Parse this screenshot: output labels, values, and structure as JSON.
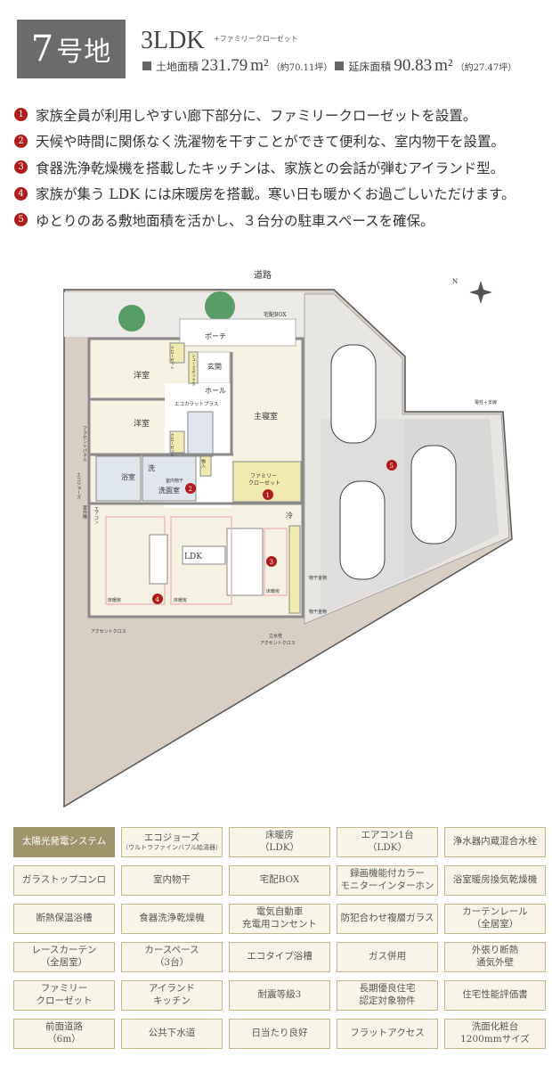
{
  "header": {
    "lot_number": "7",
    "lot_suffix": "号地",
    "layout": "3LDK",
    "layout_extra": "+ファミリークローゼット",
    "land_area_label": "土地面積",
    "land_area_value": "231.79",
    "land_area_unit": "m²",
    "land_area_tsubo": "（約70.11坪）",
    "floor_area_label": "延床面積",
    "floor_area_value": "90.83",
    "floor_area_unit": "m²",
    "floor_area_tsubo": "（約27.47坪）"
  },
  "features": [
    {
      "num": "1",
      "text": "家族全員が利用しやすい廊下部分に、ファミリークローゼットを設置。"
    },
    {
      "num": "2",
      "text": "天候や時間に関係なく洗濯物を干すことができて便利な、室内物干を設置。"
    },
    {
      "num": "3",
      "text": "食器洗浄乾燥機を搭載したキッチンは、家族との会話が弾むアイランド型。"
    },
    {
      "num": "4",
      "text": "家族が集う LDK には床暖房を搭載。寒い日も暖かくお過ごしいただけます。"
    },
    {
      "num": "5",
      "text": "ゆとりのある敷地面積を活かし、３台分の駐車スペースを確保。"
    }
  ],
  "plan": {
    "road": "道路",
    "delivery_box": "宅配BOX",
    "porch": "ポーチ",
    "entrance": "玄関",
    "hall": "ホール",
    "western_room_1": "洋室",
    "western_room_2": "洋室",
    "closet_1": "クローゼット",
    "closet_2": "クローゼット",
    "shoe_box": "シューズボックス",
    "ecocarat": "エコカラットプラス",
    "master_bedroom": "主寝室",
    "bathroom": "浴室",
    "washer": "洗",
    "indoor_dryer": "室内物干",
    "washroom": "洗面室",
    "storage": "物入",
    "family_closet_1": "ファミリー",
    "family_closet_2": "クローゼット",
    "fridge": "冷",
    "aircon": "エアコン",
    "outdoor_unit": "室外機",
    "ecojozu": "エコジョーズ",
    "accent_panel": "アクセントパネル",
    "ldk": "LDK",
    "floor_heating_1": "床暖房",
    "floor_heating_2": "床暖房",
    "floor_heating_3": "床暖房",
    "accent_cloth_1": "アクセントクロス",
    "accent_cloth_2": "アクセントクロス",
    "faucet": "立水栓",
    "laundry_hanger_1": "物干金物",
    "laundry_hanger_2": "物干金物",
    "utility_pole": "電柱＋支線",
    "north": "N",
    "badges": [
      "1",
      "2",
      "3",
      "4",
      "5"
    ],
    "colors": {
      "site": "#d8cec3",
      "room": "#f6f2e2",
      "wet": "#dfe6ee",
      "closet": "#f1ebb0",
      "wall": "#8a8a8a",
      "badge": "#b01c1c",
      "heating": "#f2b8c0"
    }
  },
  "equipment": [
    {
      "label": "太陽光発電システム",
      "highlighted": true
    },
    {
      "label": "エコジョーズ",
      "sub": "（ウルトラファインバブル給湯器）"
    },
    {
      "label": "床暖房\n（LDK）"
    },
    {
      "label": "エアコン1台\n（LDK）"
    },
    {
      "label": "浄水器内蔵混合水栓"
    },
    {
      "label": "ガラストップコンロ"
    },
    {
      "label": "室内物干"
    },
    {
      "label": "宅配BOX"
    },
    {
      "label": "録画機能付カラー\nモニターインターホン"
    },
    {
      "label": "浴室暖房換気乾燥機"
    },
    {
      "label": "断熱保温浴槽"
    },
    {
      "label": "食器洗浄乾燥機"
    },
    {
      "label": "電気自動車\n充電用コンセント"
    },
    {
      "label": "防犯合わせ複層ガラス"
    },
    {
      "label": "カーテンレール\n（全居室）"
    },
    {
      "label": "レースカーテン\n（全居室）"
    },
    {
      "label": "カースペース\n（3台）"
    },
    {
      "label": "エコタイプ浴槽"
    },
    {
      "label": "ガス併用"
    },
    {
      "label": "外張り断熱\n通気外壁"
    },
    {
      "label": "ファミリー\nクローゼット"
    },
    {
      "label": "アイランド\nキッチン"
    },
    {
      "label": "耐震等級3"
    },
    {
      "label": "長期優良住宅\n認定対象物件"
    },
    {
      "label": "住宅性能評価書"
    },
    {
      "label": "前面道路\n（6m）"
    },
    {
      "label": "公共下水道"
    },
    {
      "label": "日当たり良好"
    },
    {
      "label": "フラットアクセス"
    },
    {
      "label": "洗面化粧台\n1200mmサイズ"
    }
  ]
}
